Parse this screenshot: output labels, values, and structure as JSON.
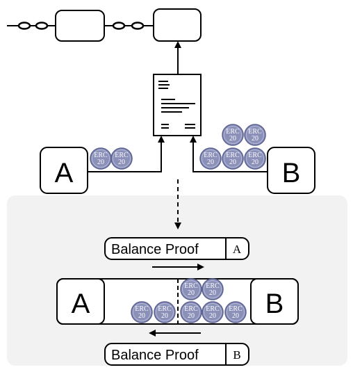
{
  "top": {
    "party_a": "A",
    "party_b": "B",
    "token_label": [
      "ERC",
      "20"
    ]
  },
  "channel": {
    "party_a": "A",
    "party_b": "B",
    "balance_proof_label": "Balance Proof",
    "balance_proof_a_signer": "A",
    "balance_proof_b_signer": "B"
  },
  "colors": {
    "token_fill": "#8a90b8",
    "token_stroke": "#5a6090",
    "token_text": "#ffffff",
    "panel_bg": "#f2f2f2",
    "stroke": "#000000"
  }
}
